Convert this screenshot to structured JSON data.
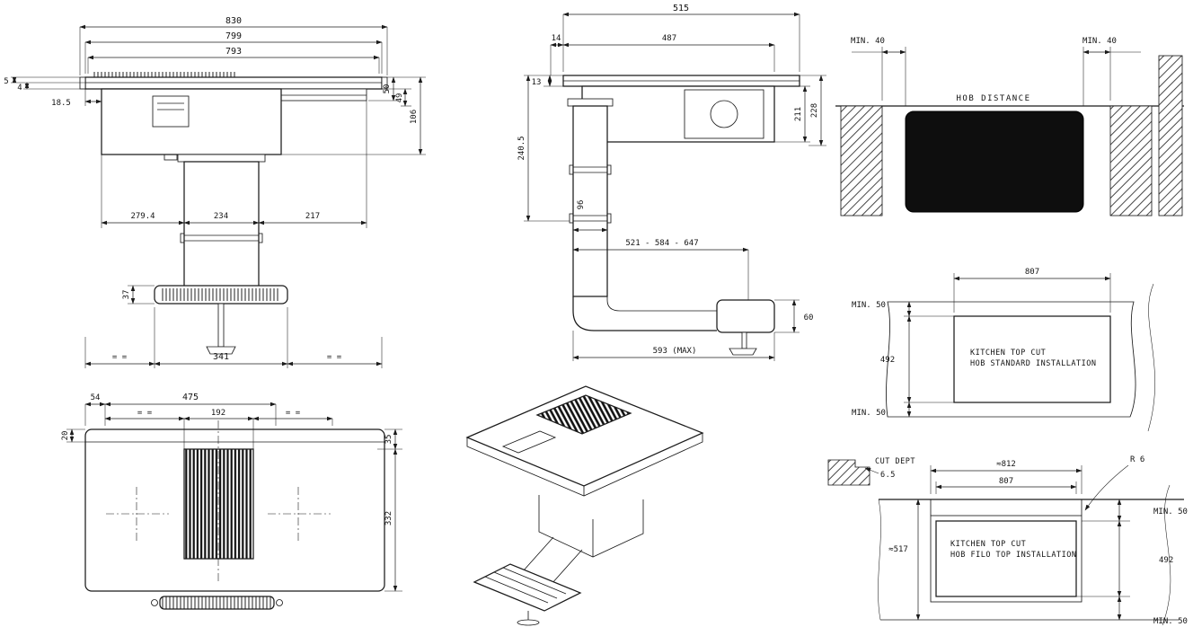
{
  "drawing": {
    "front_view": {
      "width_total": "830",
      "width_outer": "799",
      "width_inner": "793",
      "glass_step": "5",
      "glass_thickness": "4",
      "edge_offset": "18.5",
      "height_glass_right": "50",
      "height_channel_right": "49",
      "height_total": "106",
      "span_left": "279.4",
      "duct_width": "234",
      "span_right": "217",
      "plenum_height": "37",
      "plenum_width": "341",
      "equal_left": "= =",
      "equal_right": "= ="
    },
    "plan_view": {
      "offset_left": "54",
      "width": "475",
      "grille_width": "192",
      "equal_left": "= =",
      "equal_right": "= =",
      "strip_depth": "20",
      "edge_depth": "35",
      "depth": "332"
    },
    "side_view": {
      "depth_total": "515",
      "front_gap": "14",
      "depth_body": "487",
      "lip_height": "13",
      "height_to_duct": "240.5",
      "height_body": "211",
      "height_total": "228",
      "duct_depth": "96",
      "extension_range": "521 - 584 - 647",
      "plenum_height": "60",
      "max_extension": "593 (MAX)"
    },
    "hob_distance_view": {
      "min_left": "MIN. 40",
      "min_right": "MIN. 40",
      "label": "HOB DISTANCE"
    },
    "standard_cut": {
      "width": "807",
      "min_top": "MIN. 50",
      "depth": "492",
      "min_bottom": "MIN. 50",
      "caption_line1": "KITCHEN TOP CUT",
      "caption_line2": "HOB STANDARD INSTALLATION"
    },
    "filo_cut": {
      "cut_dept_label": "CUT DEPT",
      "cut_dept_value": "6.5",
      "outer_width": "≈812",
      "inner_width": "807",
      "radius": "R 6",
      "min_top": "MIN. 50",
      "depth": "492",
      "total_depth": "≈517",
      "min_bottom": "MIN. 50",
      "caption_line1": "KITCHEN TOP CUT",
      "caption_line2": "HOB FILO TOP INSTALLATION"
    }
  }
}
